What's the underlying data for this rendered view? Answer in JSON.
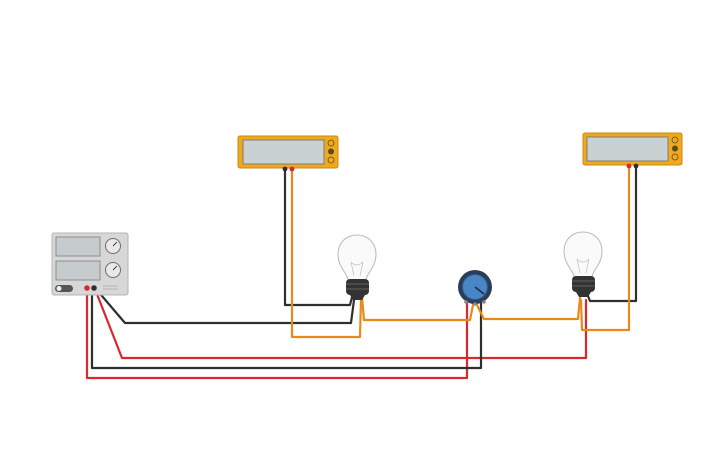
{
  "circuit": {
    "components": [
      {
        "id": "power-supply",
        "kind": "dc-power-supply",
        "displays": 2,
        "knobs": 2
      },
      {
        "id": "multimeter-1",
        "kind": "multimeter"
      },
      {
        "id": "multimeter-2",
        "kind": "multimeter"
      },
      {
        "id": "bulb-1",
        "kind": "light-bulb"
      },
      {
        "id": "bulb-2",
        "kind": "light-bulb"
      },
      {
        "id": "potentiometer",
        "kind": "potentiometer"
      }
    ],
    "wire_colors": {
      "positive": "#d9282f",
      "negative": "#2f2f2f",
      "meter": "#e8891a"
    },
    "colors": {
      "meter_body": "#f0a81c",
      "meter_screen": "#c9d1d3",
      "pot_body": "#4a86c5",
      "supply_body": "#d7d7d7",
      "bulb_base": "#333333"
    }
  }
}
